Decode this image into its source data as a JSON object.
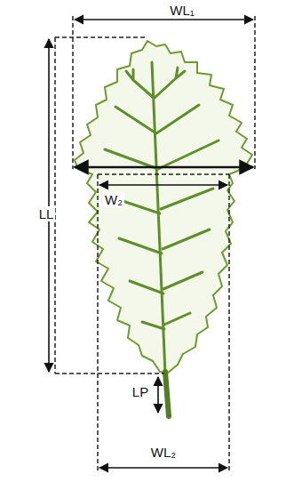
{
  "diagram": {
    "labels": [
      "WL₁",
      "W₂",
      "LL",
      "LP",
      "WL₂"
    ]
  }
}
